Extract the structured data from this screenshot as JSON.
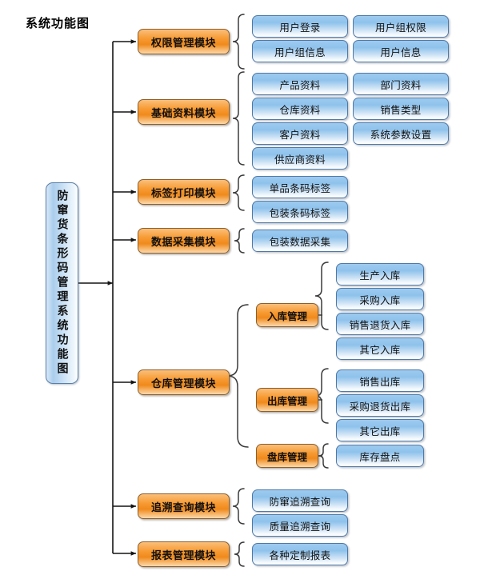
{
  "title": "系统功能图",
  "root": {
    "label": "防窜货条形码管理系统功能图"
  },
  "modules": [
    {
      "id": "permission",
      "label": "权限管理模块",
      "leaves": [
        "用户登录",
        "用户组权限",
        "用户组信息",
        "用户信息"
      ]
    },
    {
      "id": "basic-data",
      "label": "基础资料模块",
      "leaves": [
        "产品资料",
        "部门资料",
        "仓库资料",
        "销售类型",
        "客户资料",
        "系统参数设置",
        "供应商资料"
      ]
    },
    {
      "id": "label-print",
      "label": "标签打印模块",
      "leaves": [
        "单品条码标签",
        "包装条码标签"
      ]
    },
    {
      "id": "data-collect",
      "label": "数据采集模块",
      "leaves": [
        "包装数据采集"
      ]
    },
    {
      "id": "warehouse",
      "label": "仓库管理模块",
      "submodules": [
        {
          "id": "inbound",
          "label": "入库管理",
          "leaves": [
            "生产入库",
            "采购入库",
            "销售退货入库",
            "其它入库"
          ]
        },
        {
          "id": "outbound",
          "label": "出库管理",
          "leaves": [
            "销售出库",
            "采购退货出库",
            "其它出库"
          ]
        },
        {
          "id": "stocktake",
          "label": "盘库管理",
          "leaves": [
            "库存盘点"
          ]
        }
      ]
    },
    {
      "id": "trace-query",
      "label": "追溯查询模块",
      "leaves": [
        "防窜追溯查询",
        "质量追溯查询"
      ]
    },
    {
      "id": "report",
      "label": "报表管理模块",
      "leaves": [
        "各种定制报表"
      ]
    }
  ],
  "colors": {
    "module_fill": "#f79a32",
    "module_border": "#8a6030",
    "leaf_fill": "#8ec2ec",
    "leaf_border": "#4f79a8",
    "root_fill": "#aacdec",
    "root_border": "#5a7fa6",
    "connector": "#1a1a1a",
    "brace": "#333333",
    "background": "#ffffff"
  }
}
